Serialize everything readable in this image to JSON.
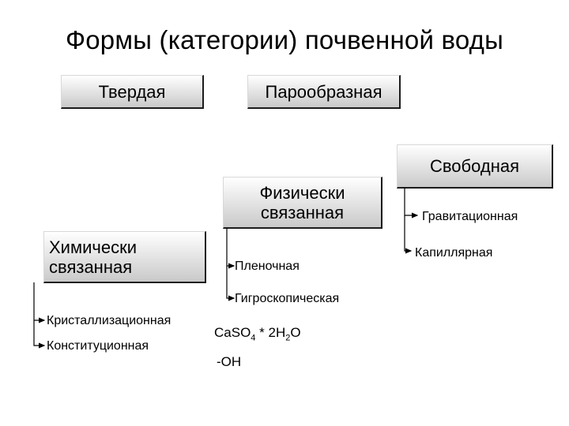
{
  "title": "Формы (категории) почвенной воды",
  "boxes": {
    "solid": "Твердая",
    "vapor": "Парообразная",
    "free": "Свободная",
    "physical": "Физически\nсвязанная",
    "chemical": "Химически\nсвязанная"
  },
  "free_items": {
    "gravitational": "Гравитационная",
    "capillary": "Капиллярная"
  },
  "physical_items": {
    "film": "Пленочная",
    "hygroscopic": "Гигроскопическая"
  },
  "chemical_items": {
    "crystallization": "Кристаллизационная",
    "constitutional": "Конституционная"
  },
  "formulas": {
    "crystal_part1": "CaSO",
    "crystal_sub1": "4",
    "crystal_part2": " * 2H",
    "crystal_sub2": "2",
    "crystal_part3": "O",
    "hydroxyl": "-OH"
  },
  "colors": {
    "box_top": "#ffffff",
    "box_bottom": "#c9c9c9",
    "shadow": "#1c1c1c"
  }
}
